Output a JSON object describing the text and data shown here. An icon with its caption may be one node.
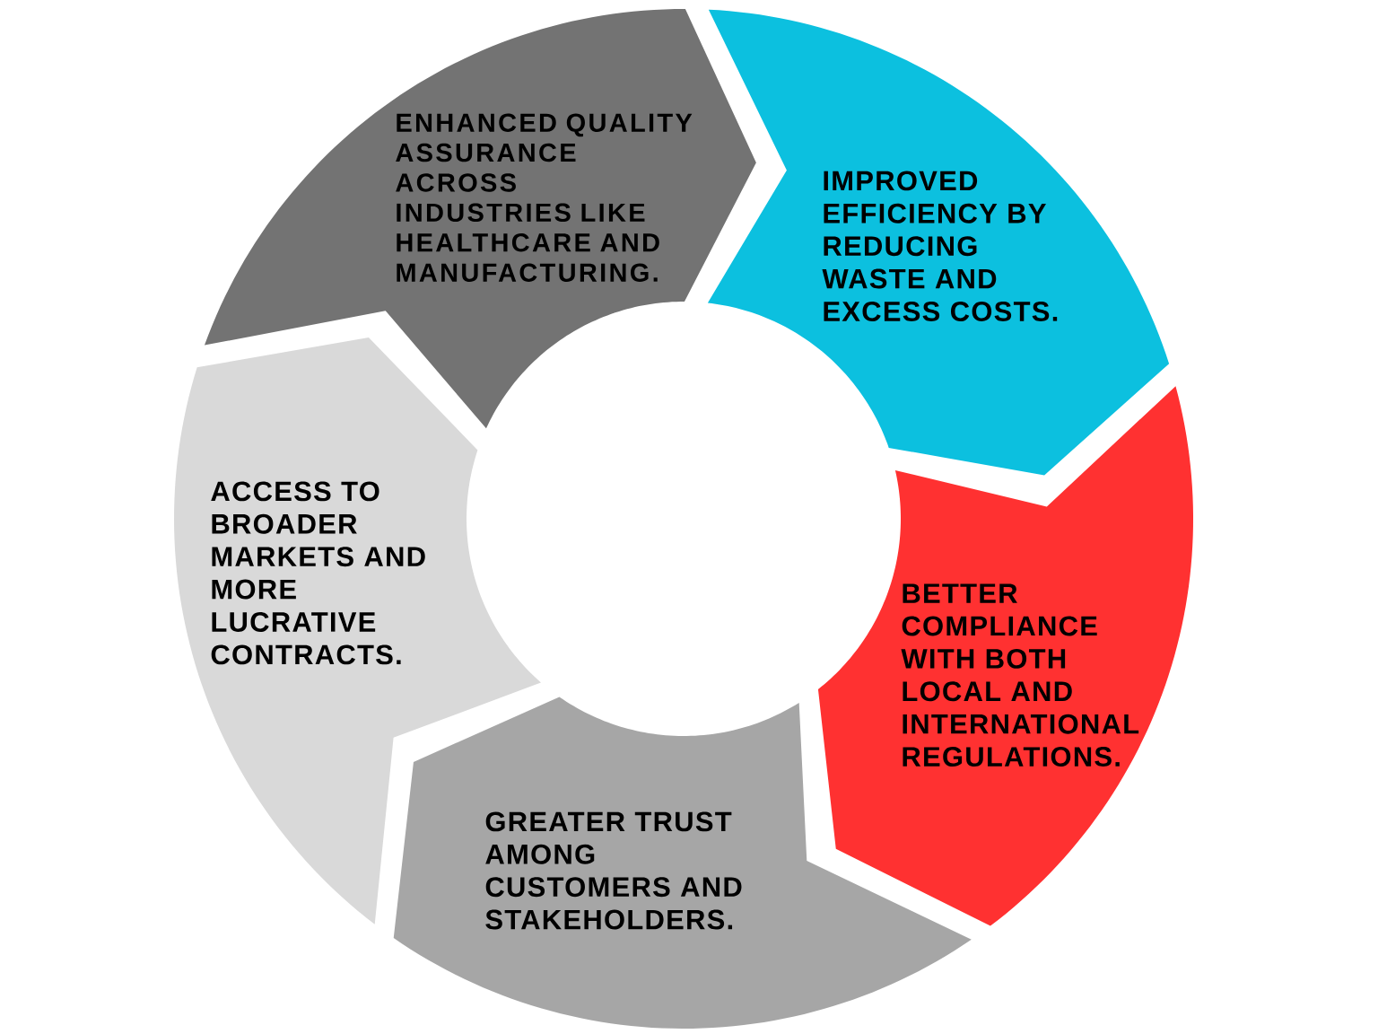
{
  "diagram": {
    "nodes": [
      {
        "text": [
          "ENHANCED QUALITY ASSURANCE ACROSS INDUSTRIES LIKE HEALTHCARE AND MANUFACTURING."
        ]
      },
      {
        "text": [
          "IMPROVED EFFICIENCY BY REDUCING WASTE AND EXCESS COSTS."
        ]
      },
      {
        "text": [
          "BETTER COMPLIANCE WITH BOTH LOCAL AND INTERNATIONAL REGULATIONS."
        ]
      },
      {
        "text": [
          "GREATER TRUST AMONG CUSTOMERS AND STAKEHOLDERS."
        ]
      },
      {
        "text": [
          "ACCESS TO BROADER MARKETS AND MORE LUCRATIVE CONTRACTS."
        ]
      }
    ]
  }
}
